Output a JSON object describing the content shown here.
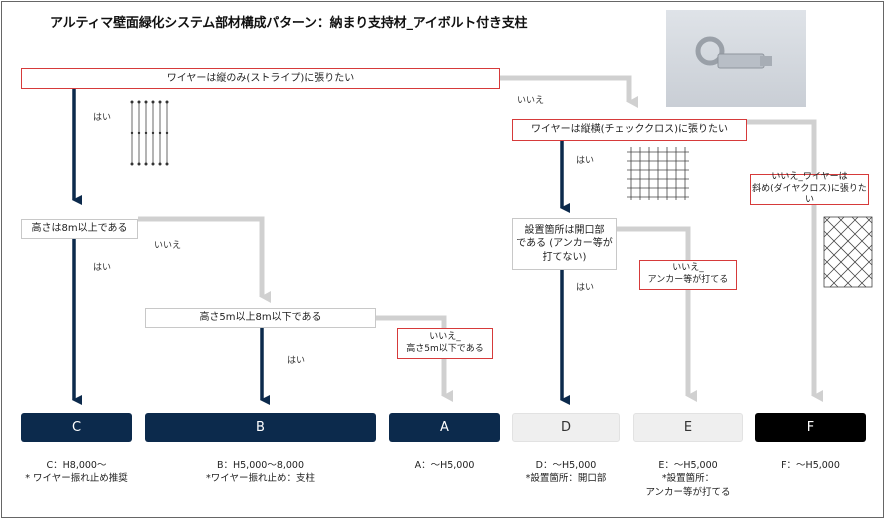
{
  "title": "アルティマ壁面緑化システム部材構成パターン：納まり支持材_アイボルト付き支柱",
  "colors": {
    "dark_navy": "#0c2a4c",
    "gray_arrow": "#d0d0d0",
    "red_border": "#d63a3a"
  },
  "nodes": {
    "q1": "ワイヤーは縦のみ(ストライプ)に張りたい",
    "q2": "ワイヤーは縦横(チェッククロス)に張りたい",
    "q3": "高さは8m以上である",
    "q4": "高さ5m以上8m以下である",
    "q5_line1": "設置箇所は開口部",
    "q5_line2": "である (アンカー等が",
    "q5_line3": "打てない)",
    "note_a_line1": "いいえ_",
    "note_a_line2": "高さ5m以下である",
    "note_e_line1": "いいえ_",
    "note_e_line2": "アンカー等が打てる",
    "note_f_line1": "いいえ_ワイヤーは",
    "note_f_line2": "斜め(ダイヤクロス)に張りたい"
  },
  "labels": {
    "yes": "はい",
    "no": "いいえ"
  },
  "results": [
    {
      "id": "C",
      "label": "C",
      "style": "dark",
      "desc": [
        "C：H8,000～",
        "* ワイヤー振れ止め推奨"
      ]
    },
    {
      "id": "B",
      "label": "B",
      "style": "dark",
      "desc": [
        "B：H5,000～8,000",
        "*ワイヤー振れ止め：支柱"
      ]
    },
    {
      "id": "A",
      "label": "A",
      "style": "dark",
      "desc": [
        "A：～H5,000"
      ]
    },
    {
      "id": "D",
      "label": "D",
      "style": "light",
      "desc": [
        "D：～H5,000",
        "*設置箇所：開口部"
      ]
    },
    {
      "id": "E",
      "label": "E",
      "style": "light",
      "desc": [
        "E：～H5,000",
        "*設置箇所：",
        "アンカー等が打てる"
      ]
    },
    {
      "id": "F",
      "label": "F",
      "style": "black",
      "desc": [
        "F：～H5,000"
      ]
    }
  ],
  "icons": [
    "eyebolt-photo",
    "wire-stripe-icon",
    "wire-check-icon",
    "wire-diamond-icon"
  ]
}
